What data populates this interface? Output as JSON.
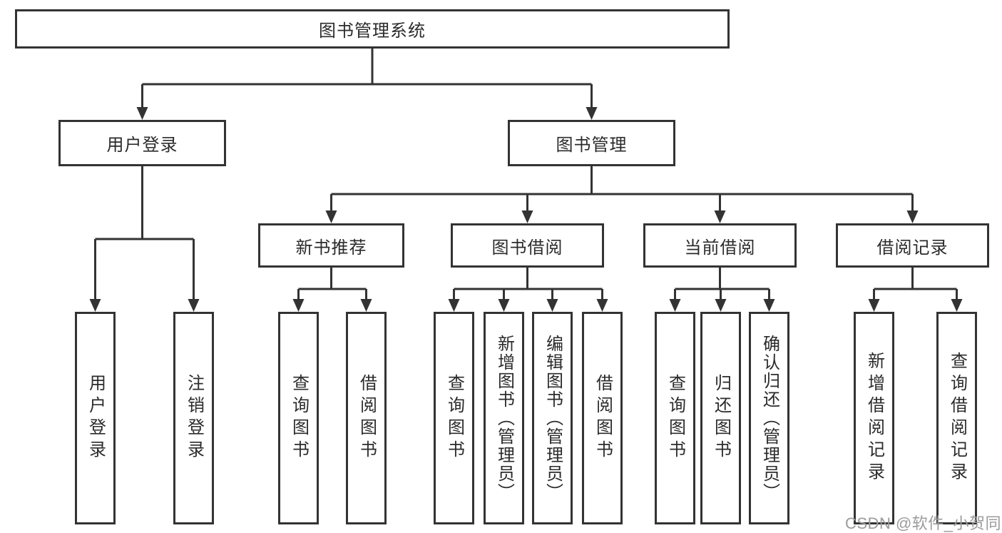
{
  "diagram": {
    "type": "tree",
    "root": {
      "id": "library-management-system",
      "label": "图书管理系统",
      "children": [
        {
          "id": "user-login",
          "label": "用户登录",
          "children": [
            {
              "id": "login",
              "label": "用户登录"
            },
            {
              "id": "logout",
              "label": "注销登录"
            }
          ]
        },
        {
          "id": "book-management",
          "label": "图书管理",
          "children": [
            {
              "id": "new-book-recommendation",
              "label": "新书推荐",
              "children": [
                {
                  "id": "query-books",
                  "label": "查询图书"
                },
                {
                  "id": "borrow-books",
                  "label": "借阅图书"
                }
              ]
            },
            {
              "id": "book-borrowing",
              "label": "图书借阅",
              "children": [
                {
                  "id": "query-books",
                  "label": "查询图书"
                },
                {
                  "id": "add-books-admin",
                  "label": "新增图书（管理员）"
                },
                {
                  "id": "edit-books-admin",
                  "label": "编辑图书（管理员）"
                },
                {
                  "id": "borrow-books",
                  "label": "借阅图书"
                }
              ]
            },
            {
              "id": "current-borrowing",
              "label": "当前借阅",
              "children": [
                {
                  "id": "query-books",
                  "label": "查询图书"
                },
                {
                  "id": "return-books",
                  "label": "归还图书"
                },
                {
                  "id": "confirm-return-admin",
                  "label": "确认归还（管理员）"
                }
              ]
            },
            {
              "id": "borrowing-records",
              "label": "借阅记录",
              "children": [
                {
                  "id": "add-borrowing-record",
                  "label": "新增借阅记录"
                },
                {
                  "id": "query-borrowing-record",
                  "label": "查询借阅记录"
                }
              ]
            }
          ]
        }
      ]
    }
  },
  "watermark": {
    "text": "CSDN @软件_小贺同学"
  },
  "colors": {
    "line": "#333333",
    "text": "#2b2b2b",
    "watermark": "#9b9b9b",
    "background": "#ffffff"
  }
}
